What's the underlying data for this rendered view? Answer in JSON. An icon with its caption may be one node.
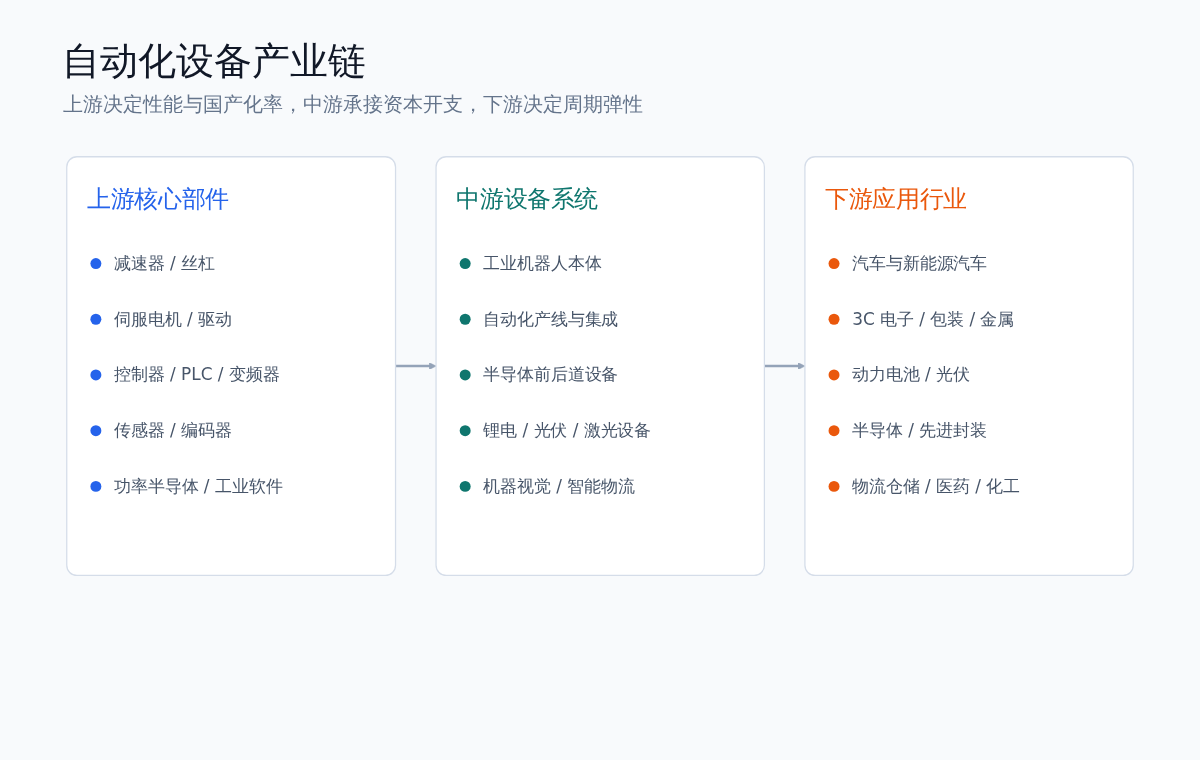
{
  "diagram": {
    "title": "自动化设备产业链",
    "nodes": [
      {
        "text": [
          "上游核心部件",
          "减速器 / 丝杠",
          "伺服电机 / 驱动",
          "控制器 / PLC / 变频器",
          "传感器 / 编码器",
          "功率半导体 / 工业软件"
        ]
      },
      {
        "text": [
          "中游设备系统",
          "工业机器人本体",
          "自动化产线与集成",
          "半导体前后道设备",
          "锂电 / 光伏 / 激光设备",
          "机器视觉 / 智能物流"
        ]
      },
      {
        "text": [
          "下游应用行业",
          "汽车与新能源汽车",
          "3C 电子 / 包装 / 金属",
          "动力电池 / 光伏",
          "半导体 / 先进封装",
          "物流仓储 / 医药 / 化工"
        ]
      }
    ],
    "edges": [
      {
        "from": 0,
        "to": 1,
        "arrow": "to"
      },
      {
        "from": 1,
        "to": 2,
        "arrow": "to"
      }
    ],
    "labels": [
      "上游决定性能与国产化率，中游承接资本开支，下游决定周期弹性"
    ]
  }
}
